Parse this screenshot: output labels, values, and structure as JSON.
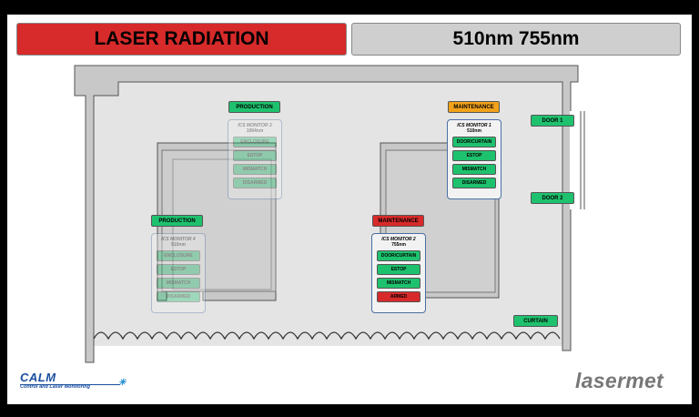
{
  "header": {
    "hazard_title": "LASER RADIATION",
    "wavelengths": "510nm   755nm"
  },
  "zones": {
    "top_left_status": "PRODUCTION",
    "bottom_left_status": "PRODUCTION",
    "top_right_status": "MAINTENANCE",
    "bottom_right_status": "MAINTENANCE"
  },
  "monitors": {
    "m3": {
      "title": "ICS MONITOR 3",
      "wavelength": "1064nm",
      "buttons": [
        "ENCLOSURE",
        "ESTOP",
        "MISMATCH",
        "DISARMED"
      ]
    },
    "m4": {
      "title": "ICS MONITOR 4",
      "wavelength": "510nm",
      "buttons": [
        "ENCLOSURE",
        "ESTOP",
        "MISMATCH",
        "DISARMED"
      ]
    },
    "m1": {
      "title": "ICS MONITOR 1",
      "wavelength": "510nm",
      "buttons": [
        "DOOR/CURTAIN",
        "ESTOP",
        "MISMATCH",
        "DISARMED"
      ]
    },
    "m2": {
      "title": "ICS MONITOR 2",
      "wavelength": "755nm",
      "buttons": [
        "DOOR/CURTAIN",
        "ESTOP",
        "MISMATCH",
        "ARMED"
      ]
    }
  },
  "doors": {
    "door1": "DOOR 1",
    "door2": "DOOR 2",
    "curtain": "CURTAIN"
  },
  "colors": {
    "active": "#1ec26e",
    "maintenance": "#f2a21a",
    "alarm": "#d82a2a",
    "hazard_banner": "#d72a2a"
  },
  "logos": {
    "calm_name": "CALM",
    "calm_tagline": "Control and Laser Monitoring",
    "brand": "lasermet"
  }
}
